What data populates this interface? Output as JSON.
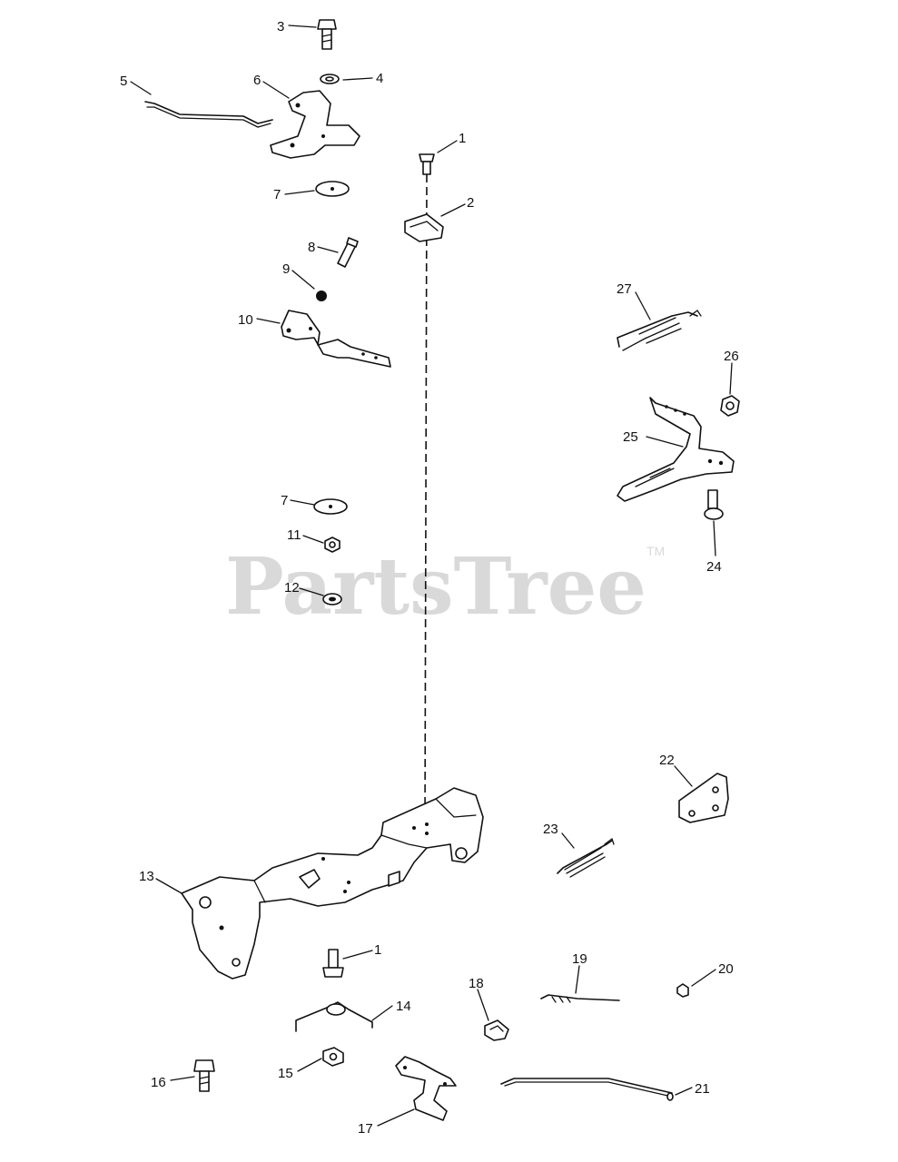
{
  "watermark": {
    "text": "PartsTree",
    "trademark": "TM"
  },
  "callouts": [
    {
      "id": "c3",
      "label": "3"
    },
    {
      "id": "c4",
      "label": "4"
    },
    {
      "id": "c5",
      "label": "5"
    },
    {
      "id": "c6",
      "label": "6"
    },
    {
      "id": "c1a",
      "label": "1"
    },
    {
      "id": "c2",
      "label": "2"
    },
    {
      "id": "c7a",
      "label": "7"
    },
    {
      "id": "c8",
      "label": "8"
    },
    {
      "id": "c9",
      "label": "9"
    },
    {
      "id": "c10",
      "label": "10"
    },
    {
      "id": "c27",
      "label": "27"
    },
    {
      "id": "c26",
      "label": "26"
    },
    {
      "id": "c25",
      "label": "25"
    },
    {
      "id": "c24",
      "label": "24"
    },
    {
      "id": "c7b",
      "label": "7"
    },
    {
      "id": "c11",
      "label": "11"
    },
    {
      "id": "c12",
      "label": "12"
    },
    {
      "id": "c22",
      "label": "22"
    },
    {
      "id": "c23",
      "label": "23"
    },
    {
      "id": "c13",
      "label": "13"
    },
    {
      "id": "c1b",
      "label": "1"
    },
    {
      "id": "c14",
      "label": "14"
    },
    {
      "id": "c18",
      "label": "18"
    },
    {
      "id": "c19",
      "label": "19"
    },
    {
      "id": "c20",
      "label": "20"
    },
    {
      "id": "c16",
      "label": "16"
    },
    {
      "id": "c15",
      "label": "15"
    },
    {
      "id": "c17",
      "label": "17"
    },
    {
      "id": "c21",
      "label": "21"
    }
  ]
}
